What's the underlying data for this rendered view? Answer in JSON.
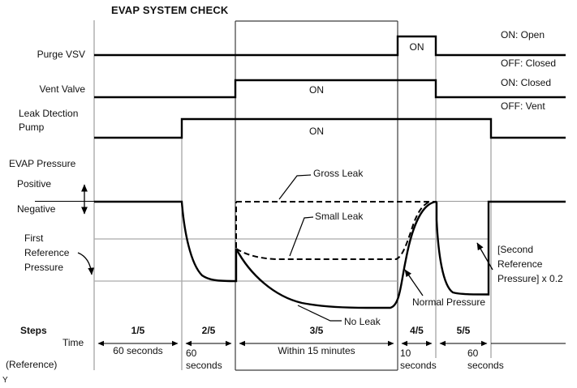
{
  "title": "EVAP SYSTEM CHECK",
  "colors": {
    "signal_line": "#000000",
    "grid_line": "#8a8a8a",
    "reference_line": "#aaaaaa",
    "text": "#111111",
    "background": "#ffffff"
  },
  "signal_rows": {
    "purge_vsv": {
      "label": "Purge VSV",
      "pulse_label": "ON"
    },
    "vent_valve": {
      "label": "Vent Valve",
      "pulse_label": "ON"
    },
    "leak_detection_pump": {
      "label": [
        "Leak Dtection",
        "Pump"
      ],
      "pulse_label": "ON"
    }
  },
  "pressure_axis": {
    "label": "EVAP Pressure",
    "positive": "Positive",
    "negative": "Negative"
  },
  "legend": {
    "purge_on": "ON: Open",
    "purge_off": "OFF: Closed",
    "vent_on": "ON: Closed",
    "vent_off": "OFF: Vent"
  },
  "annotations": {
    "first_reference": [
      "First",
      "Reference",
      "Pressure"
    ],
    "gross_leak": "Gross Leak",
    "small_leak": "Small Leak",
    "no_leak": "No Leak",
    "normal_pressure": "Normal Pressure",
    "second_reference": [
      "[Second",
      "Reference",
      "Pressure] x 0.2"
    ]
  },
  "steps_axis": {
    "steps_label": "Steps",
    "time_label": "Time",
    "reference_label": "(Reference)",
    "items": [
      {
        "step": "1/5",
        "time": "60 seconds"
      },
      {
        "step": "2/5",
        "time": "60 seconds"
      },
      {
        "step": "3/5",
        "time": "Within 15 minutes"
      },
      {
        "step": "4/5",
        "time": "10 seconds"
      },
      {
        "step": "5/5",
        "time": "60 seconds"
      }
    ]
  },
  "corner_mark": "Y"
}
